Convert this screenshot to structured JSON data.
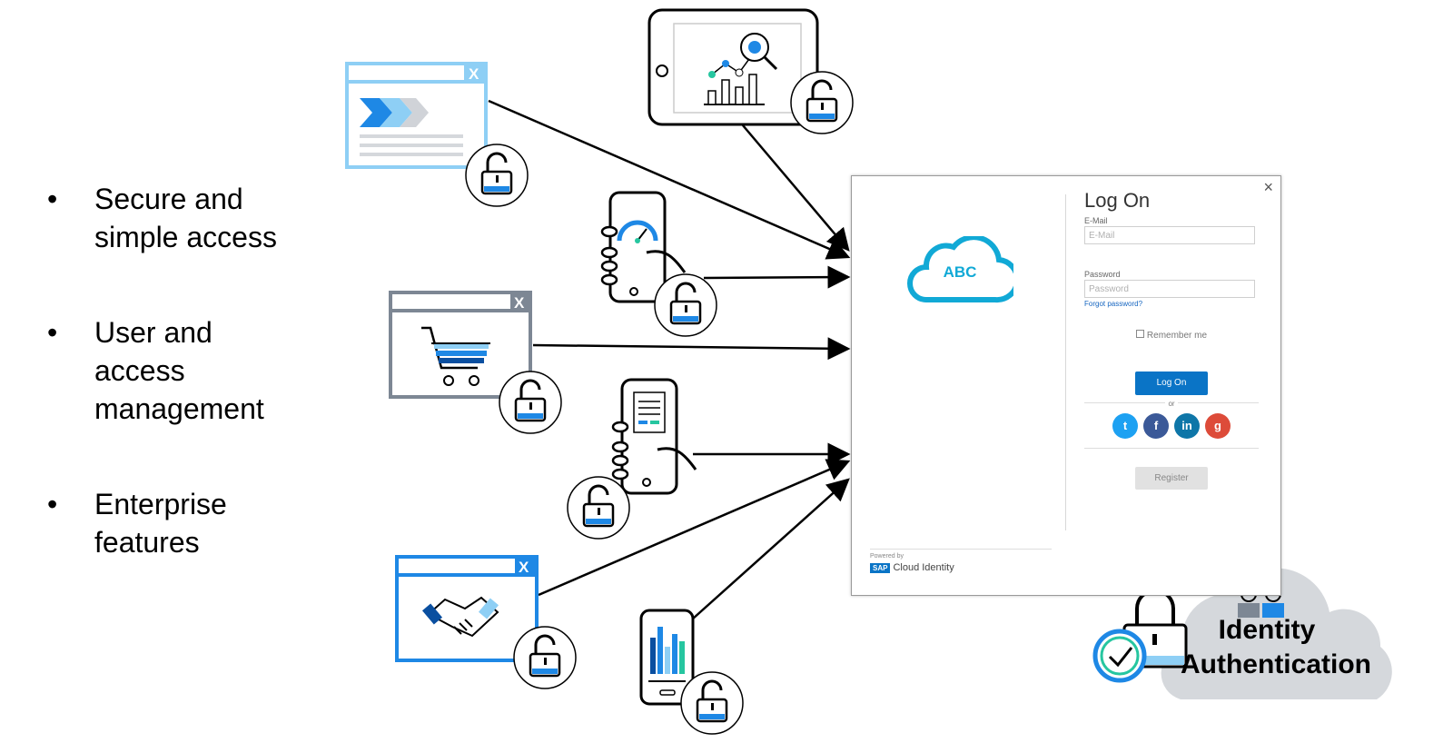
{
  "bullets": [
    {
      "dot": "•",
      "text": "Secure and simple access"
    },
    {
      "dot": "•",
      "text": "User and access management"
    },
    {
      "dot": "•",
      "text": "Enterprise features"
    }
  ],
  "dialog": {
    "close": "×",
    "brand": "ABC",
    "title": "Log On",
    "email_label": "E-Mail",
    "email_placeholder": "E-Mail",
    "password_label": "Password",
    "password_placeholder": "Password",
    "forgot": "Forgot password?",
    "remember": "Remember me",
    "login": "Log On",
    "or": "or",
    "socials": [
      "twitter-icon",
      "facebook-icon",
      "linkedin-icon",
      "google-plus-icon"
    ],
    "register": "Register",
    "powered": "Powered by",
    "cloud_identity": "Cloud Identity",
    "sap": "SAP"
  },
  "identity": {
    "line1": "Identity",
    "line2": "Authentication"
  },
  "window_x_label": "X",
  "colors": {
    "light_blue": "#8ecff5",
    "blue": "#1e88e5",
    "grey": "#7d8794",
    "dark_blue": "#0a4fa0",
    "accent": "#0a74c6",
    "teal": "#26c6a0",
    "cloud": "#d5d8dc"
  }
}
